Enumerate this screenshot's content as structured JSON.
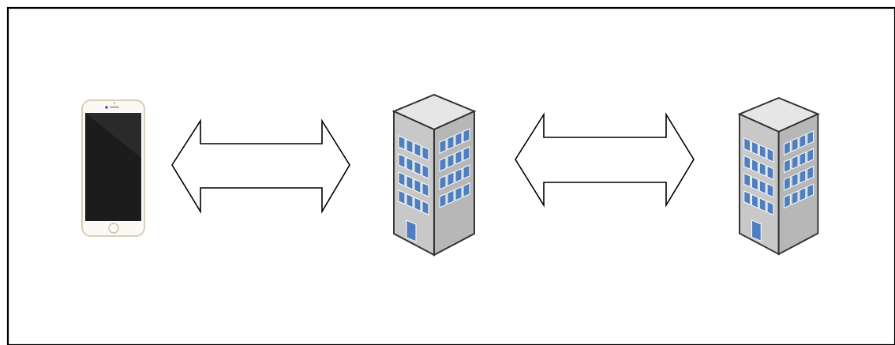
{
  "diagram": {
    "nodes": [
      {
        "id": "phone",
        "icon": "smartphone-icon"
      },
      {
        "id": "building-1",
        "icon": "office-building-icon"
      },
      {
        "id": "building-2",
        "icon": "office-building-icon"
      }
    ],
    "edges": [
      {
        "from": "phone",
        "to": "building-1",
        "direction": "bidirectional",
        "icon": "double-arrow-icon"
      },
      {
        "from": "building-1",
        "to": "building-2",
        "direction": "bidirectional",
        "icon": "double-arrow-icon"
      }
    ]
  },
  "colors": {
    "frame": "#000000",
    "background": "#ffffff",
    "phone_body": "#fbf9f3",
    "phone_bezel": "#d8cfb8",
    "phone_screen": "#1c1c1c",
    "building_roof": "#e6e6e6",
    "building_front": "#c8c8c8",
    "building_side": "#b7b7b7",
    "window": "#4f7fbf",
    "outline": "#333333"
  }
}
